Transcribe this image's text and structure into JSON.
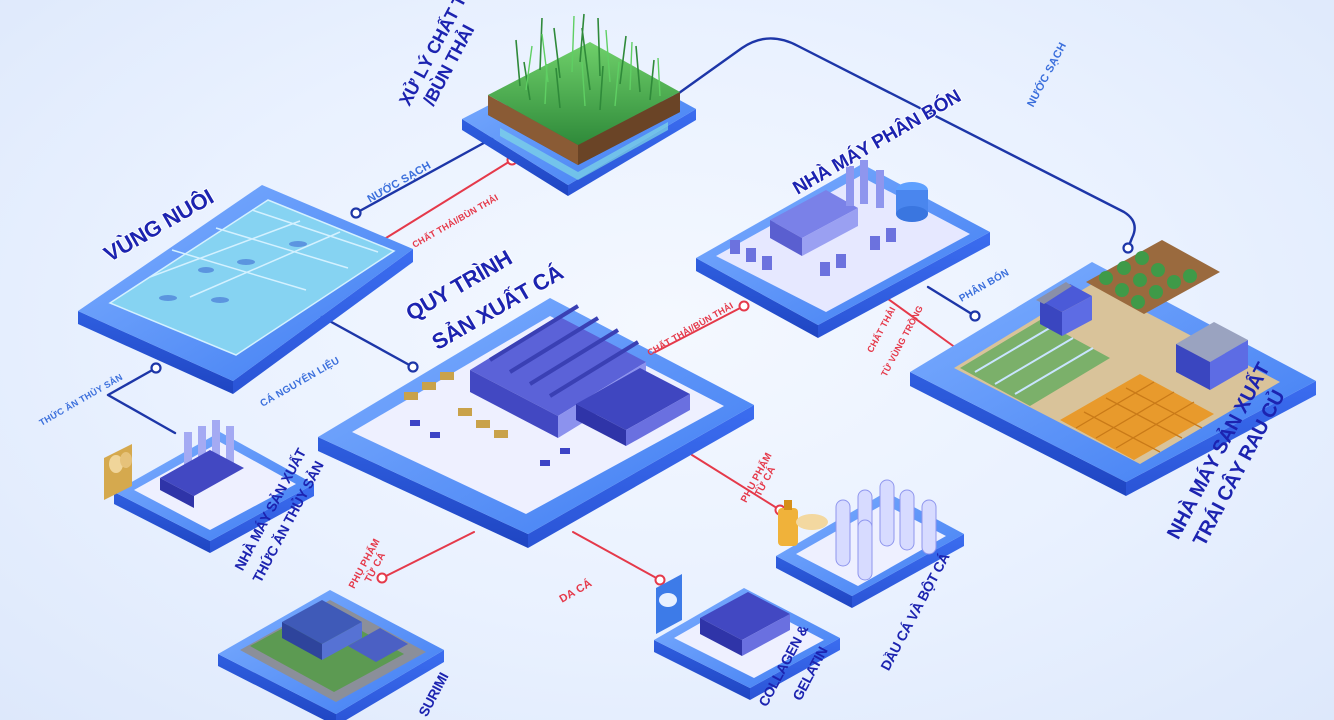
{
  "nodes": {
    "vung_nuoi": {
      "label": "VÙNG NUÔI"
    },
    "xu_ly": {
      "line1": "XỬ LÝ CHẤT THẢI",
      "line2": "/BÙN THẢI"
    },
    "phan_bon": {
      "label": "NHÀ MÁY PHÂN BÓN"
    },
    "quy_trinh": {
      "line1": "QUY TRÌNH",
      "line2": "SẢN XUẤT CÁ"
    },
    "rau_cu": {
      "line1": "NHÀ MÁY SẢN XUẤT",
      "line2": "TRÁI CÂY RAU CỦ"
    },
    "thuc_an": {
      "line1": "NHÀ MÁY SẢN XUẤT",
      "line2": "THỨC ĂN THỦY SẢN"
    },
    "surimi": {
      "label": "SURIMI"
    },
    "collagen": {
      "line1": "COLLAGEN &",
      "line2": "GELATIN"
    },
    "dau_ca": {
      "label": "DẦU CÁ VÀ BỘT CÁ"
    }
  },
  "flows": {
    "nuoc_sach_1": "NƯỚC SẠCH",
    "nuoc_sach_2": "NƯỚC SẠCH",
    "chat_thai_1": "CHẤT THẢI/BÙN THẢI",
    "chat_thai_2": "CHẤT THẢI/BÙN THẢI",
    "ca_nguyen_lieu": "CÁ NGUYÊN LIỆU",
    "thuc_an_thuy_san": "THỨC ĂN THỦY SẢN",
    "phan_bon": "PHÂN BÓN",
    "chat_thai_vung_trong_1": "CHẤT THẢI",
    "chat_thai_vung_trong_2": "TỪ VÙNG TRỒNG",
    "phu_pham_1a": "PHỤ PHẨM",
    "phu_pham_1b": "TỪ CÁ",
    "phu_pham_2a": "PHỤ PHẨM",
    "phu_pham_2b": "TỪ CÁ",
    "da_ca": "DA CÁ"
  },
  "colors": {
    "blue_flow": "#1d36a8",
    "red_flow": "#e5394a",
    "platform_top": "#4f8dff",
    "platform_side": "#2a54d6",
    "title": "#1c23b0"
  }
}
